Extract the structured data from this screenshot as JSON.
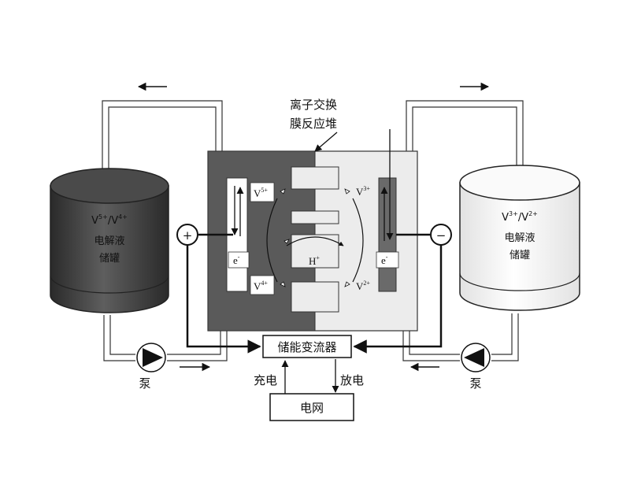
{
  "membrane_label": [
    "离子交换",
    "膜反应堆"
  ],
  "left_tank": {
    "ion": "V",
    "ion_charge_a": "5+",
    "ion_sep": "/V",
    "ion_charge_b": "4+",
    "line1": "电解液",
    "line2": "储罐",
    "fill_color": "#3c3c3c"
  },
  "right_tank": {
    "ion": "V",
    "ion_charge_a": "3+",
    "ion_sep": "/V",
    "ion_charge_b": "2+",
    "line1": "电解液",
    "line2": "储罐",
    "fill_color": "#f4f4f4"
  },
  "cell": {
    "left_top_ion": "V",
    "left_top_charge": "5+",
    "left_bottom_ion": "V",
    "left_bottom_charge": "4+",
    "right_top_ion": "V",
    "right_top_charge": "3+",
    "right_bottom_ion": "V",
    "right_bottom_charge": "2+",
    "left_electron": "e",
    "left_electron_charge": "-",
    "right_electron": "e",
    "right_electron_charge": "-",
    "proton": "H",
    "proton_charge": "+",
    "dark_color": "#5a5a5a",
    "light_color": "#ececec"
  },
  "terminals": {
    "positive": "+",
    "negative": "−"
  },
  "converter": "储能变流器",
  "grid": "电网",
  "charge_label": "充电",
  "discharge_label": "放电",
  "pump_left": "泵",
  "pump_right": "泵"
}
